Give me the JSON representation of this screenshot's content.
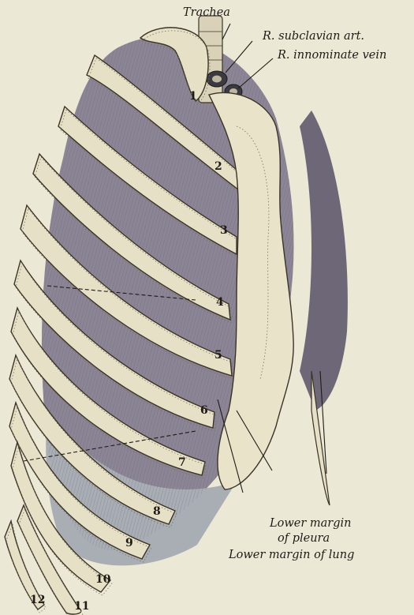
{
  "labels": {
    "trachea": "Trachea",
    "subclavian": "R. subclavian art.",
    "innominate": "R. innominate vein",
    "pleura_line1": "Lower margin",
    "pleura_line2": "of pleura",
    "lung": "Lower margin of lung"
  },
  "rib_numbers": [
    "1",
    "2",
    "3",
    "4",
    "5",
    "6",
    "7",
    "8",
    "9",
    "10",
    "11",
    "12"
  ],
  "colors": {
    "background": "#ece8d6",
    "bone": "#e6e0c6",
    "lung": "#8c8595",
    "lung_lower": "#a9aeb5",
    "ink": "#1e1b16"
  }
}
